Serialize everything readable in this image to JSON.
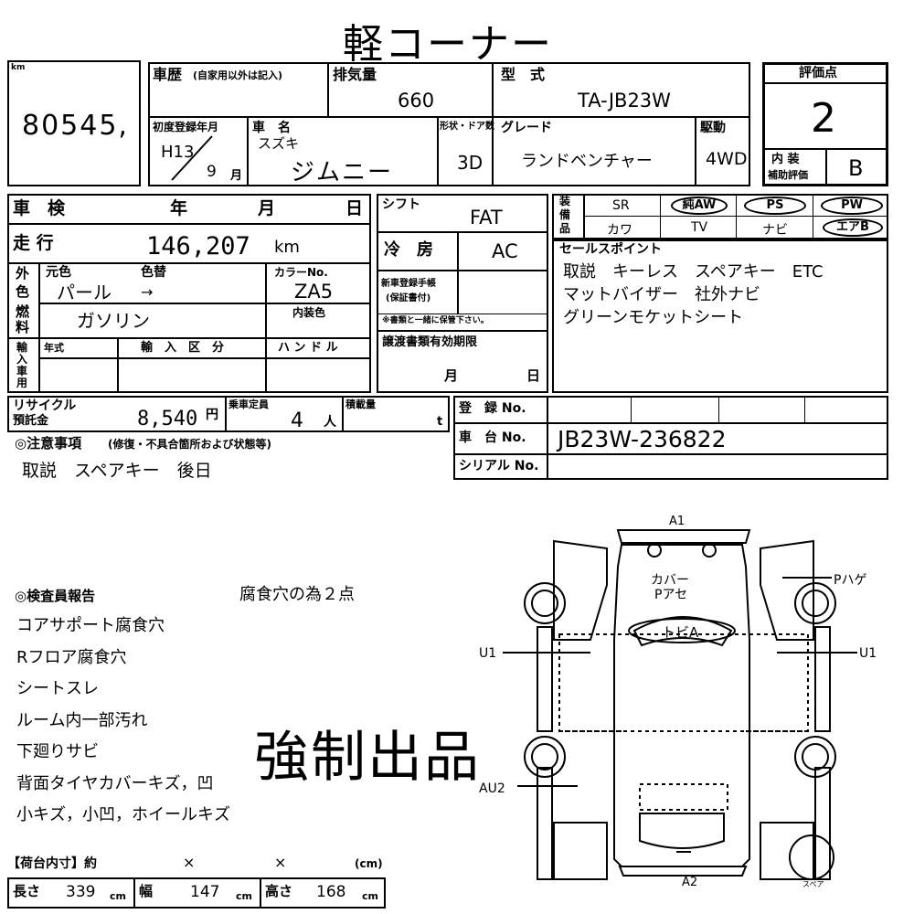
{
  "title": "軽コーナー",
  "mileage": {
    "mark": "km",
    "value": "80545,"
  },
  "history": {
    "label": "車歴",
    "note": "(自家用以外は記入)"
  },
  "displacement": {
    "label": "排気量",
    "value": "660"
  },
  "model": {
    "label": "型　式",
    "value": "TA-JB23W"
  },
  "rating": {
    "label": "評価点",
    "value": "2",
    "interior_label_1": "内 装",
    "interior_label_2": "補助評価",
    "interior_value": "B"
  },
  "first_reg": {
    "label": "初度登録年月",
    "era_year": "H13",
    "month": "9",
    "month_unit": "月"
  },
  "car_name": {
    "label": "車　名",
    "maker": "スズキ",
    "value": "ジムニー"
  },
  "body": {
    "label": "形状・ドア数",
    "value": "3D"
  },
  "grade": {
    "label": "グレード",
    "value": "ランドベンチャー"
  },
  "drive": {
    "label": "駆動",
    "value": "4WD"
  },
  "inspection": {
    "label": "車　検",
    "year": "年",
    "month": "月",
    "day": "日"
  },
  "shift": {
    "label": "シフト",
    "value": "FAT"
  },
  "equipment": {
    "label": "装備品",
    "items": [
      "SR",
      "純AW",
      "PS",
      "PW",
      "カワ",
      "TV",
      "ナビ",
      "エアB"
    ]
  },
  "distance": {
    "label": "走 行",
    "value": "146,207",
    "unit": "km"
  },
  "aircon": {
    "label": "冷　房",
    "value": "AC"
  },
  "sales_points": {
    "label": "セールスポイント",
    "lines": [
      "取説　キーレス　スペアキー　ETC",
      "マットバイザー　社外ナビ",
      "グリーンモケットシート"
    ]
  },
  "color": {
    "label_v": [
      "外",
      "色"
    ],
    "original_label": "元色",
    "change_label": "色替",
    "original_value": "パール",
    "arrow": "→",
    "code_label": "カラーNo.",
    "code_value": "ZA5",
    "interior_color_label": "内装色"
  },
  "new_reg": {
    "label_1": "新車登録手帳",
    "label_2": "(保証書付)",
    "note": "※書類と一緒に保管下さい。"
  },
  "fuel": {
    "label_v": [
      "燃",
      "料"
    ],
    "value": "ガソリン"
  },
  "import": {
    "label_v": [
      "輸",
      "入",
      "車",
      "用"
    ],
    "year_label": "年式",
    "class_label": "輸　入　区　分",
    "handle_label": "ハ ン ド ル"
  },
  "transfer_doc": {
    "label": "譲渡書類有効期限",
    "month": "月",
    "day": "日"
  },
  "recycle": {
    "label_1": "リサイクル",
    "label_2": "預託金",
    "value": "8,540",
    "unit": "円"
  },
  "capacity": {
    "label": "乗車定員",
    "value": "4",
    "unit": "人"
  },
  "load": {
    "label": "積載量",
    "unit": "t"
  },
  "reg_no": {
    "label": "登　録 No."
  },
  "chassis": {
    "label": "車　台 No.",
    "value": "JB23W-236822"
  },
  "serial": {
    "label": "シリアル No."
  },
  "notes": {
    "label": "◎注意事項",
    "note": "(修復・不具合箇所および状態等)",
    "value": "取説　スペアキー　後日"
  },
  "inspector": {
    "label": "◎検査員報告",
    "note": "腐食穴の為２点",
    "lines": [
      "コアサポート腐食穴",
      "Rフロア腐食穴",
      "シートスレ",
      "ルーム内一部汚れ",
      "下廻りサビ",
      "背面タイヤカバーキズ，凹",
      "小キズ，小凹，ホイールキズ"
    ]
  },
  "stamp": "強制出品",
  "cargo": {
    "label": "【荷台内寸】約",
    "x1": "×",
    "x2": "×",
    "unit": "(cm)",
    "length_label": "長さ",
    "length": "339",
    "width_label": "幅",
    "width": "147",
    "height_label": "高さ",
    "height": "168",
    "cm": "cm"
  },
  "diagram": {
    "a1": "A1",
    "a2": "A2",
    "u1_left": "U1",
    "u1_right": "U1",
    "au2": "AU2",
    "p_hage": "Pハゲ",
    "cover_1": "カバー",
    "cover_2": "Pアセ",
    "tobi": "トビA",
    "spare": "スペア"
  }
}
